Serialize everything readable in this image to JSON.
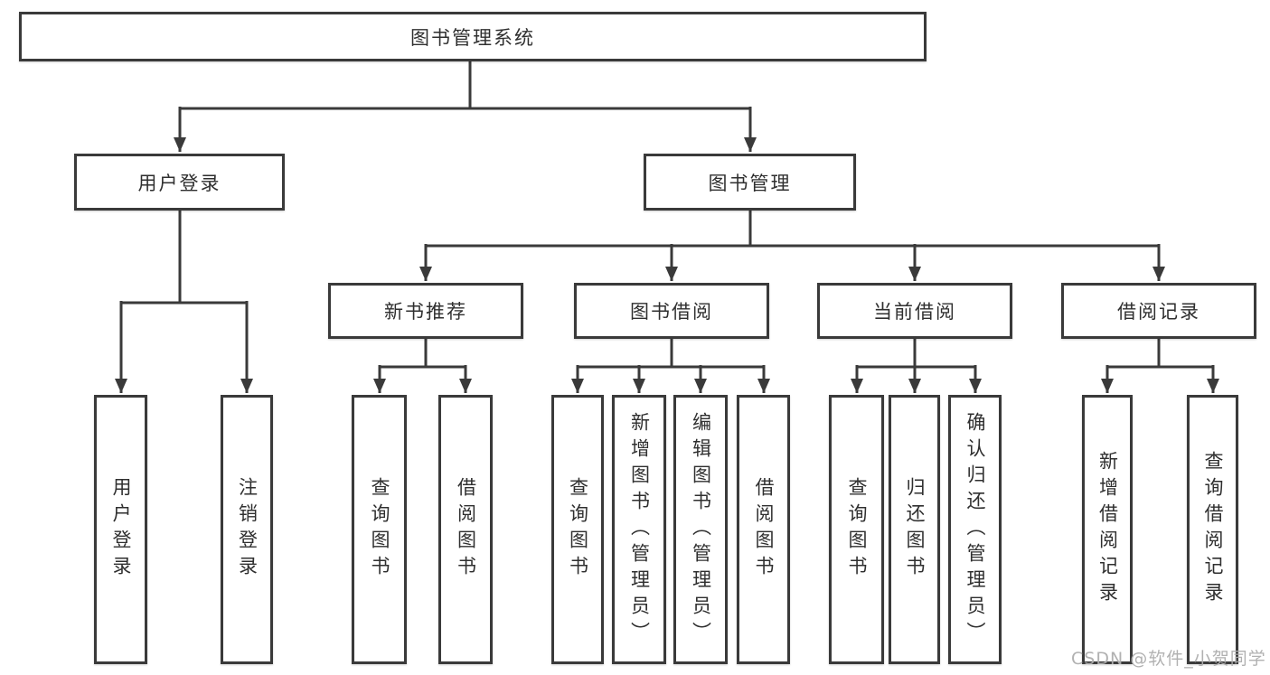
{
  "tree": {
    "label": "图书管理系统",
    "children": [
      {
        "label": "用户登录",
        "children": [
          {
            "label": "用户登录"
          },
          {
            "label": "注销登录"
          }
        ]
      },
      {
        "label": "图书管理",
        "children": [
          {
            "label": "新书推荐",
            "children": [
              {
                "label": "查询图书"
              },
              {
                "label": "借阅图书"
              }
            ]
          },
          {
            "label": "图书借阅",
            "children": [
              {
                "label": "查询图书"
              },
              {
                "label": "新增图书（管理员）"
              },
              {
                "label": "编辑图书（管理员）"
              },
              {
                "label": "借阅图书"
              }
            ]
          },
          {
            "label": "当前借阅",
            "children": [
              {
                "label": "查询图书"
              },
              {
                "label": "归还图书"
              },
              {
                "label": "确认归还（管理员）"
              }
            ]
          },
          {
            "label": "借阅记录",
            "children": [
              {
                "label": "新增借阅记录"
              },
              {
                "label": "查询借阅记录"
              }
            ]
          }
        ]
      }
    ]
  },
  "watermark": "CSDN @软件_小贺同学",
  "colors": {
    "line": "#3a3a3a",
    "text": "#2f2f2f",
    "background": "#ffffff",
    "watermark": "#adadad"
  }
}
